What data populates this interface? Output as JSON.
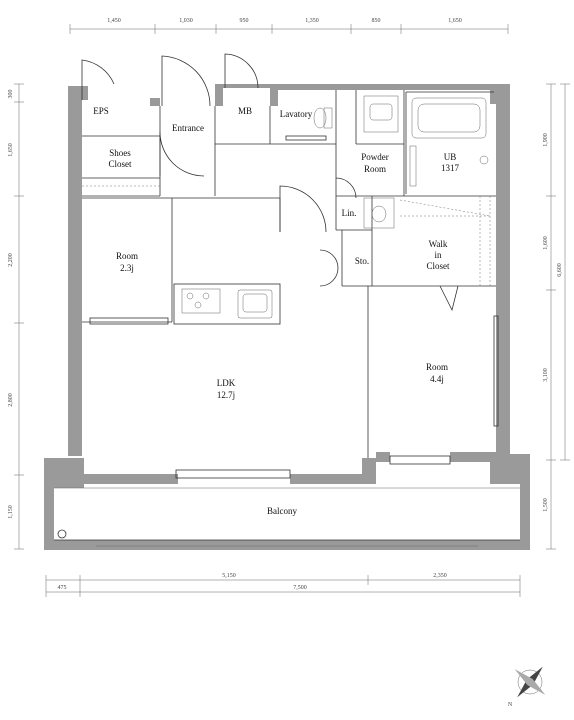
{
  "dimensions": {
    "top": [
      "1,450",
      "1,030",
      "950",
      "1,350",
      "850",
      "1,650"
    ],
    "left": [
      "300",
      "1,650",
      "2,200",
      "2,800",
      "1,150"
    ],
    "right": [
      "1,900",
      "1,600",
      "3,100",
      "1,500"
    ],
    "right_total": "6,600",
    "bottom": [
      "475",
      "5,150",
      "2,350"
    ],
    "bottom_total": "7,500"
  },
  "rooms": {
    "eps": "EPS",
    "shoes_closet_1": "Shoes",
    "shoes_closet_2": "Closet",
    "entrance": "Entrance",
    "mb": "MB",
    "lavatory": "Lavatory",
    "powder_room_1": "Powder",
    "powder_room_2": "Room",
    "ub_1": "UB",
    "ub_2": "1317",
    "lin": "Lin.",
    "sto": "Sto.",
    "walk_in_closet_1": "Walk",
    "walk_in_closet_2": "in",
    "walk_in_closet_3": "Closet",
    "room_west_1": "Room",
    "room_west_2": "2.3j",
    "ldk_1": "LDK",
    "ldk_2": "12.7j",
    "room_east_1": "Room",
    "room_east_2": "4.4j",
    "balcony": "Balcony"
  },
  "compass": {
    "north_letter": "N"
  }
}
